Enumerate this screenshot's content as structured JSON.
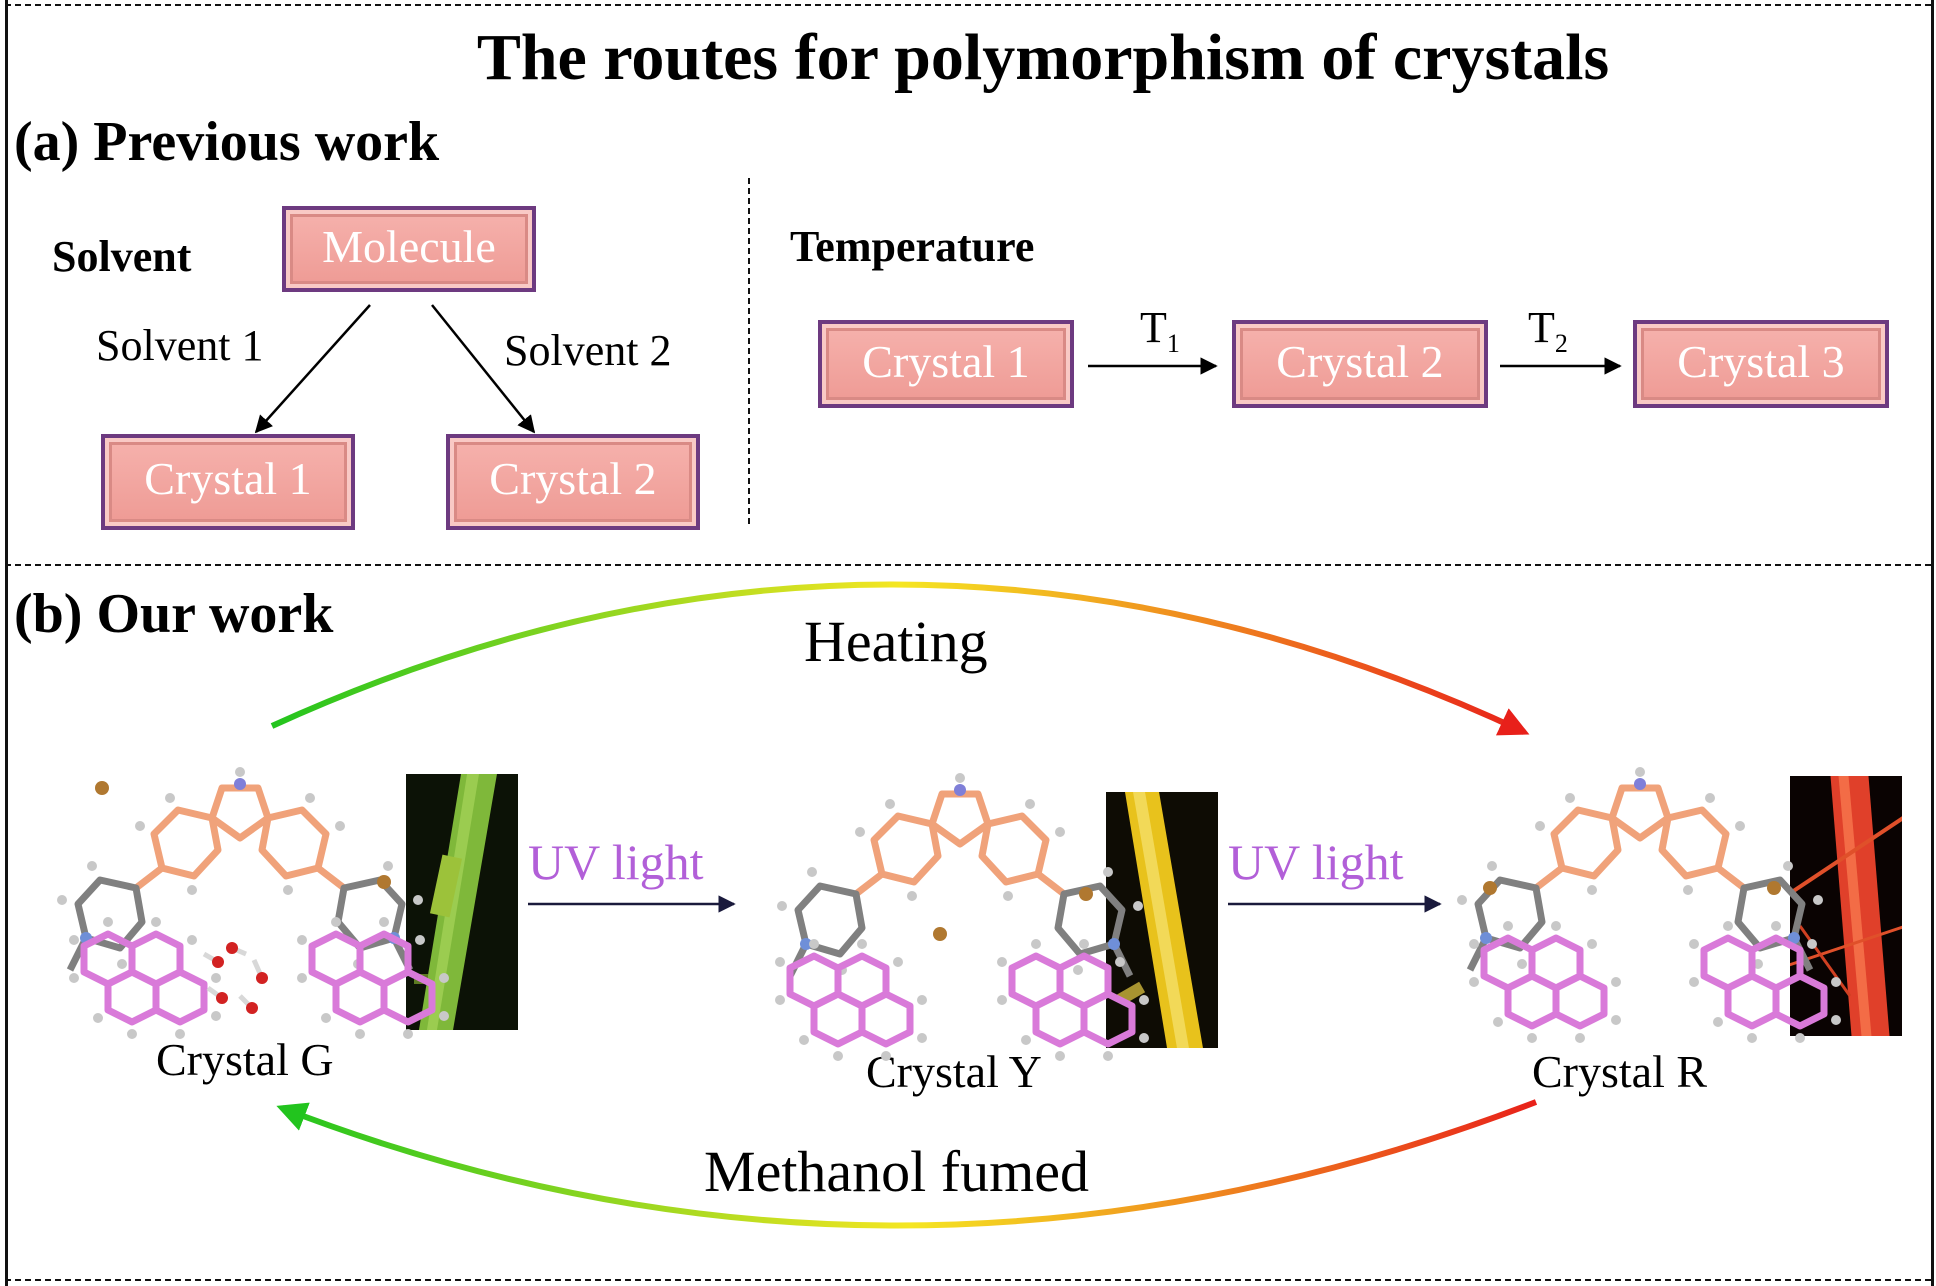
{
  "title": "The routes for polymorphism of crystals",
  "section_a": {
    "heading": "(a) Previous work",
    "solvent_panel": {
      "heading": "Solvent",
      "molecule": "Molecule",
      "left_branch": "Solvent 1",
      "right_branch": "Solvent 2",
      "crystal_left": "Crystal 1",
      "crystal_right": "Crystal 2"
    },
    "temperature_panel": {
      "heading": "Temperature",
      "crystal_1": "Crystal 1",
      "crystal_2": "Crystal 2",
      "crystal_3": "Crystal 3",
      "step_1": {
        "symbol": "T",
        "subscript": "1"
      },
      "step_2": {
        "symbol": "T",
        "subscript": "2"
      }
    }
  },
  "section_b": {
    "heading": "(b) Our work",
    "top_arrow_label": "Heating",
    "bottom_arrow_label": "Methanol fumed",
    "uv_label_1": "UV light",
    "uv_label_2": "UV light",
    "crystal_g": "Crystal G",
    "crystal_y": "Crystal Y",
    "crystal_r": "Crystal R"
  },
  "colors": {
    "box_fill": "#f2a7a1",
    "box_border": "#6d3a80",
    "uv_text": "#b25fd8",
    "carbazole_bonds": "#f0a27a",
    "pyridine_bonds": "#7b7b7b",
    "pyrene_bonds": "#d97ad9",
    "crystal_g_photo": "#7fb83a",
    "crystal_y_photo": "#e8c21c",
    "crystal_r_photo": "#e0402a",
    "gradient_green": "#22c41e",
    "gradient_yellow": "#f5e622",
    "gradient_red": "#e8201a"
  }
}
